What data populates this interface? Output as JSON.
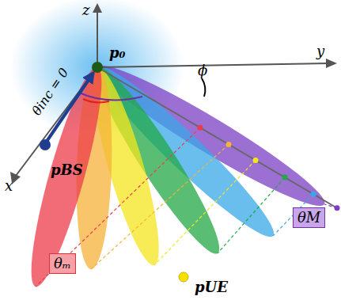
{
  "diagram": {
    "nodes": [
      {
        "text": [
          "θₘ"
        ]
      },
      {
        "text": [
          "θM"
        ]
      }
    ],
    "labels": [
      "z",
      "y",
      "x",
      "p₀",
      "pBS",
      "θinc = 0",
      "ϕ",
      "pUE"
    ]
  }
}
